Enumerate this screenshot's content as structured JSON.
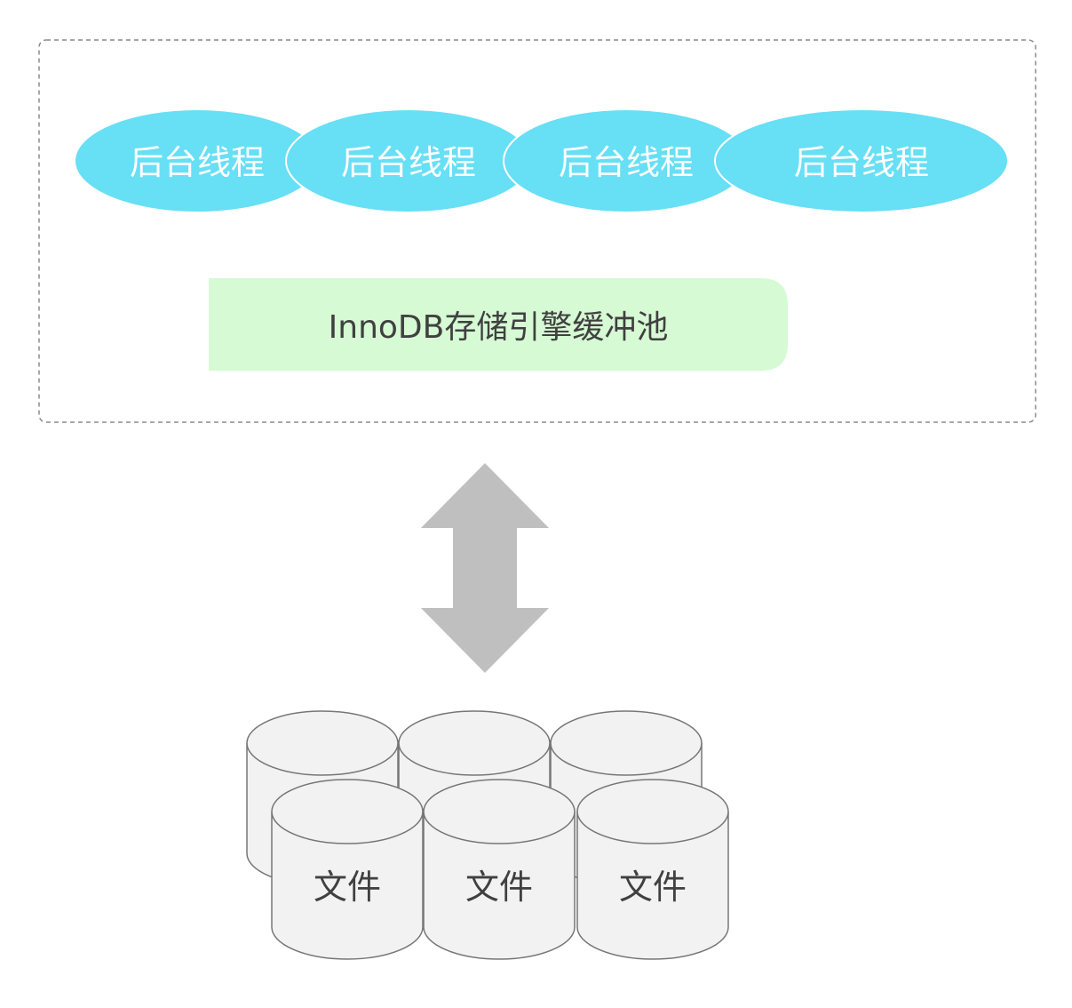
{
  "diagram": {
    "background_threads": [
      {
        "label": "后台线程"
      },
      {
        "label": "后台线程"
      },
      {
        "label": "后台线程"
      },
      {
        "label": "后台线程"
      }
    ],
    "buffer_pool": {
      "label": "InnoDB存储引擎缓冲池"
    },
    "files": [
      {
        "label": "文件"
      },
      {
        "label": "文件"
      },
      {
        "label": "文件"
      }
    ]
  },
  "colors": {
    "thread_fill": "#67dff5",
    "thread_stroke": "#ffffff",
    "buffer_pool_fill": "#d6fad3",
    "arrow_fill": "#bfbfbf",
    "cylinder_fill": "#f2f2f2",
    "cylinder_stroke": "#767676",
    "frame_stroke": "#8c8c8c"
  }
}
